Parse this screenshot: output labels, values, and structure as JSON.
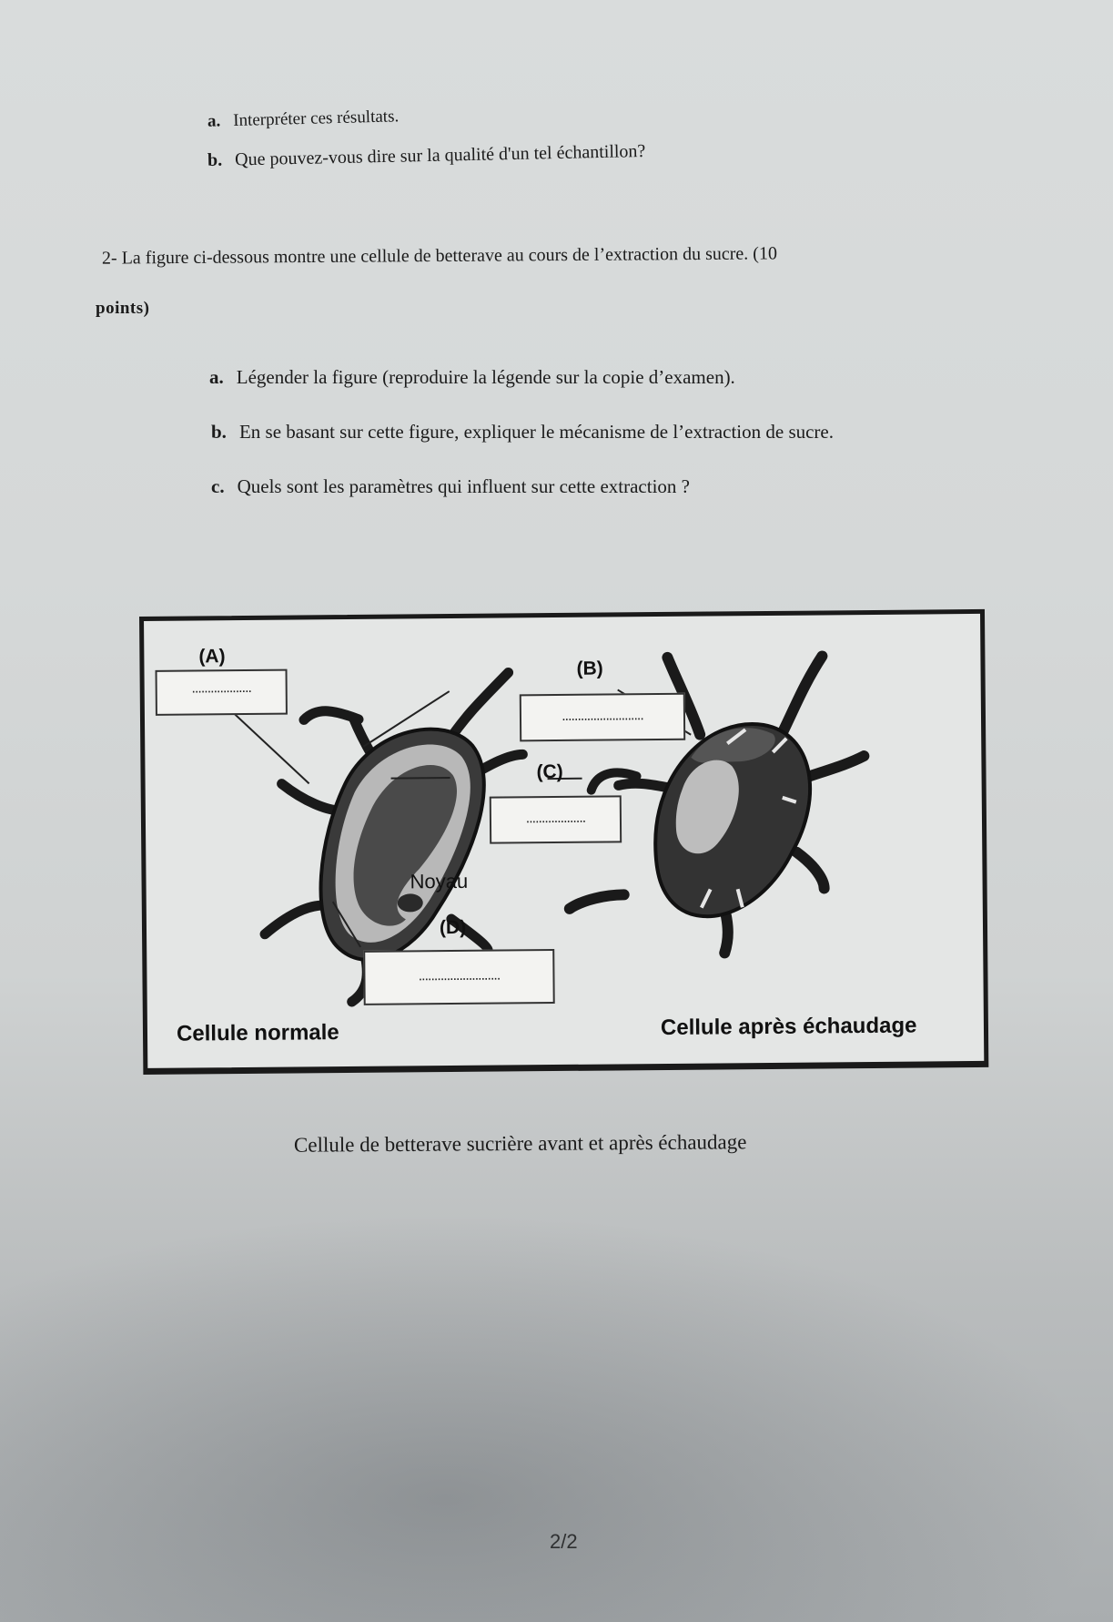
{
  "previous_questions": [
    {
      "letter": "a.",
      "text": "Interpréter ces résultats."
    },
    {
      "letter": "b.",
      "text": "Que pouvez-vous dire sur la qualité d'un tel échantillon?"
    }
  ],
  "question2": {
    "line1": "2- La figure ci-dessous montre une cellule de betterave au cours de  l’extraction du sucre. (10",
    "line2": "points)",
    "items": [
      {
        "letter": "a.",
        "text": "Légender la figure (reproduire la légende sur la copie d’examen)."
      },
      {
        "letter": "b.",
        "text": "En se basant sur cette figure, expliquer le mécanisme de l’extraction de sucre."
      },
      {
        "letter": "c.",
        "text": "Quels sont les paramètres qui influent sur cette extraction ?"
      }
    ]
  },
  "figure": {
    "labels": {
      "A": "(A)",
      "B": "(B)",
      "C": "(C)",
      "D": "(D)"
    },
    "blank": "..........................",
    "blank_short": "...................",
    "noyau": "Noyau",
    "cell_left": "Cellule normale",
    "cell_right": "Cellule après échaudage"
  },
  "caption": "Cellule de betterave sucrière avant et après échaudage",
  "page_number": "2/2"
}
